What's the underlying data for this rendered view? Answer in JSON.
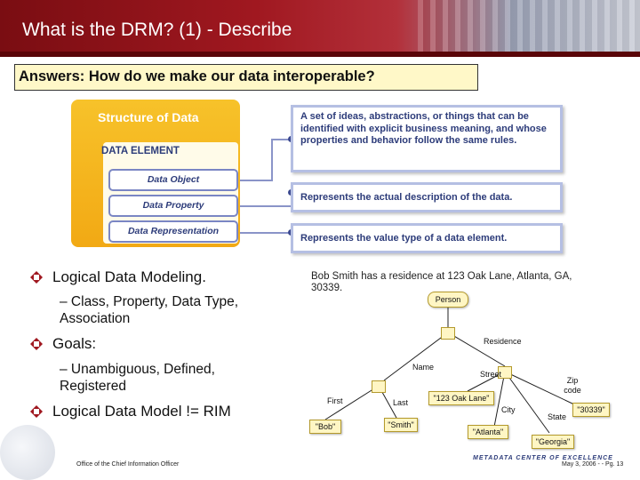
{
  "slide": {
    "title": "What is the DRM? (1) - Describe",
    "question": "Answers: How do we make our data interoperable?"
  },
  "structure": {
    "title": "Structure of Data",
    "element_header": "DATA ELEMENT",
    "items": [
      "Data Object",
      "Data Property",
      "Data Representation"
    ]
  },
  "descriptions": [
    "A set of ideas, abstractions, or things that can be identified with explicit business meaning, and whose properties and behavior follow the same rules.",
    "Represents the actual description of the data.",
    "Represents the value type of a data element."
  ],
  "bullets": {
    "b1": "Logical Data Modeling.",
    "b1_sub": "– Class, Property, Data Type, Association",
    "b2": "Goals:",
    "b2_sub": "– Unambiguous, Defined, Registered",
    "b3": "Logical Data Model != RIM"
  },
  "example": {
    "sentence": "Bob Smith has a residence at 123 Oak Lane, Atlanta, GA, 30339.",
    "root": "Person",
    "edges": {
      "residence": "Residence",
      "name": "Name",
      "street": "Street",
      "zip": "Zip code",
      "first": "First",
      "last": "Last",
      "city": "City",
      "state": "State"
    },
    "values": {
      "street": "\"123 Oak Lane\"",
      "zip": "\"30339\"",
      "first": "\"Bob\"",
      "last": "\"Smith\"",
      "city": "\"Atlanta\"",
      "state": "\"Georgia\""
    }
  },
  "footer": {
    "left": "Office of the Chief Information Officer",
    "center": "METADATA CENTER OF EXCELLENCE",
    "right": "May 3, 2006 - - Pg. 13"
  },
  "colors": {
    "header_red": "#a01820",
    "callout_yellow": "#fff8c8",
    "structure_orange": "#f2a914",
    "accent_blue": "#2d3c7a"
  }
}
